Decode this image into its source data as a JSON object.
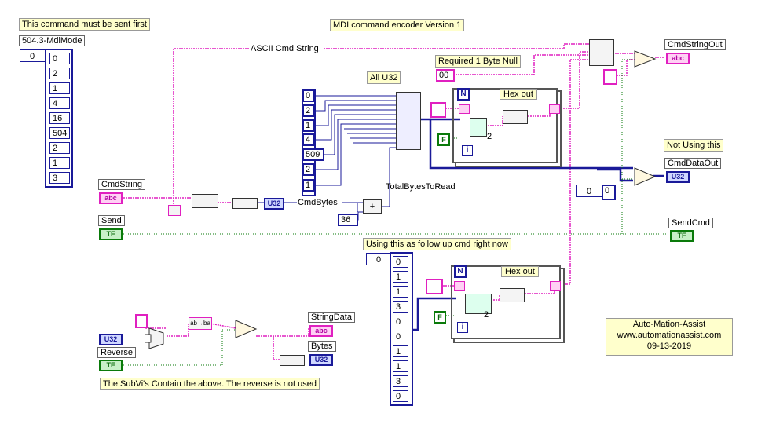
{
  "notes": {
    "first": "This command must be sent first",
    "title": "MDI command encoder  Version 1",
    "required_null": "Required 1 Byte Null",
    "all_u32": "All U32",
    "not_using": "Not Using this",
    "follow_up": "Using this as follow up cmd right now",
    "subvi": "The SubVi's Contain the above. The reverse is not used"
  },
  "wire_labels": {
    "ascii": "ASCII Cmd String",
    "cmdbytes": "CmdBytes",
    "totalbytes": "TotalBytesToRead"
  },
  "labels": {
    "mdimode": "504.3-MdiMode",
    "cmdstring": "CmdString",
    "send": "Send",
    "cmdstringout": "CmdStringOut",
    "cmddataout": "CmdDataOut",
    "sendcmd": "SendCmd",
    "stringdata": "StringData",
    "bytes": "Bytes",
    "reverse": "Reverse"
  },
  "arrays": {
    "mdimode": {
      "index": "0",
      "values": [
        "0",
        "2",
        "1",
        "4",
        "16",
        "504",
        "2",
        "1",
        "3"
      ]
    },
    "middle": {
      "values": [
        "0",
        "2",
        "1",
        "4",
        "509",
        "2",
        "1"
      ]
    },
    "followup": {
      "index": "0",
      "values": [
        "0",
        "1",
        "1",
        "3",
        "0",
        "0",
        "1",
        "1",
        "3",
        "0"
      ]
    }
  },
  "constants": {
    "null_value": "00",
    "total_const": "36",
    "index_zero": "0",
    "index_zero_b": "0"
  },
  "loops": {
    "n_label": "N",
    "i_label": "i",
    "hexout": "Hex out",
    "false_const": "F",
    "radix": "2"
  },
  "terminals": {
    "string": "abc",
    "u32": "U32",
    "bool": "TF"
  },
  "nodes": {
    "reverse_fn": "ab→ba"
  },
  "credit": {
    "line1": "Auto-Mation-Assist",
    "line2": "www.automationassist.com",
    "line3": "09-13-2019"
  },
  "colors": {
    "string_wire": "#e020c0",
    "numeric_wire": "#1a1a99",
    "boolean_wire": "#0a7a0a",
    "note_bg": "#ffffcc"
  }
}
